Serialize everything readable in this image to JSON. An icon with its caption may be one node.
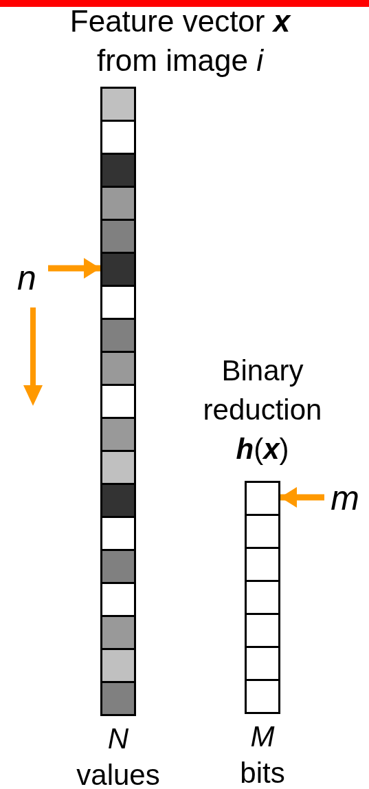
{
  "diagram": {
    "nodes": [
      {
        "text": [
          "Feature vector **x** from image *i*"
        ],
        "beside": [
          "*N* values"
        ]
      },
      {
        "text": [],
        "shape": "box",
        "in": 0
      },
      {
        "text": [],
        "shape": "box",
        "in": 0
      },
      {
        "text": [],
        "shape": "box",
        "in": 0
      },
      {
        "text": [],
        "shape": "box",
        "in": 0
      },
      {
        "text": [],
        "shape": "box",
        "in": 0
      },
      {
        "text": [],
        "shape": "box",
        "in": 0
      },
      {
        "text": [],
        "shape": "box",
        "in": 0
      },
      {
        "text": [],
        "shape": "box",
        "in": 0
      },
      {
        "text": [],
        "shape": "box",
        "in": 0
      },
      {
        "text": [],
        "shape": "box",
        "in": 0
      },
      {
        "text": [],
        "shape": "box",
        "in": 0
      },
      {
        "text": [],
        "shape": "box",
        "in": 0
      },
      {
        "text": [],
        "shape": "box",
        "in": 0
      },
      {
        "text": [],
        "shape": "box",
        "in": 0
      },
      {
        "text": [],
        "shape": "box",
        "in": 0
      },
      {
        "text": [],
        "shape": "box",
        "in": 0
      },
      {
        "text": [],
        "shape": "box",
        "in": 0
      },
      {
        "text": [],
        "shape": "box",
        "in": 0
      },
      {
        "text": [],
        "shape": "box",
        "in": 0
      },
      {
        "text": [
          "*n*"
        ]
      },
      {
        "text": [
          "Binary reduction **h**(**x**)"
        ],
        "beside": [
          "*M* bits"
        ]
      },
      {
        "text": [],
        "shape": "box",
        "in": 21
      },
      {
        "text": [],
        "shape": "box",
        "in": 21
      },
      {
        "text": [],
        "shape": "box",
        "in": 21
      },
      {
        "text": [],
        "shape": "box",
        "in": 21
      },
      {
        "text": [],
        "shape": "box",
        "in": 21
      },
      {
        "text": [],
        "shape": "box",
        "in": 21
      },
      {
        "text": [],
        "shape": "box",
        "in": 21
      },
      {
        "text": [
          "*m*"
        ]
      }
    ],
    "edges": [
      {
        "from": 20,
        "to": 6,
        "arrow": "to"
      },
      {
        "from": 29,
        "to": 22,
        "arrow": "to"
      }
    ]
  }
}
